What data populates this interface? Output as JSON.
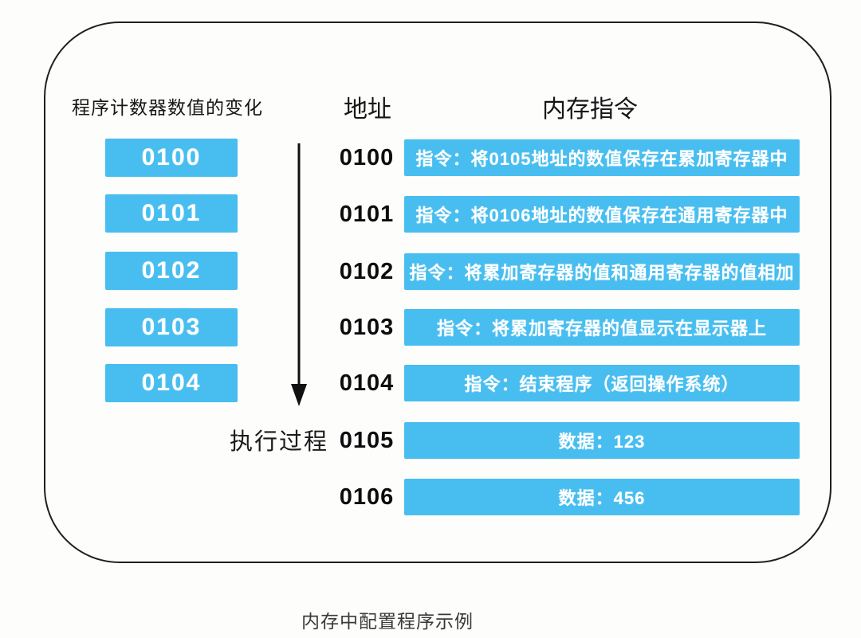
{
  "diagram": {
    "pc_column": {
      "header": "程序计数器数值的变化",
      "values": [
        "0100",
        "0101",
        "0102",
        "0103",
        "0104"
      ]
    },
    "execution_arrow_label": "执行过程",
    "memory_table": {
      "address_header": "地址",
      "content_header": "内存指令",
      "rows": [
        {
          "address": "0100",
          "content": "指令：将0105地址的数值保存在累加寄存器中"
        },
        {
          "address": "0101",
          "content": "指令：将0106地址的数值保存在通用寄存器中"
        },
        {
          "address": "0102",
          "content": "指令：将累加寄存器的值和通用寄存器的值相加"
        },
        {
          "address": "0103",
          "content": "指令：将累加寄存器的值显示在显示器上"
        },
        {
          "address": "0104",
          "content": "指令：结束程序（返回操作系统）"
        },
        {
          "address": "0105",
          "content": "数据：123"
        },
        {
          "address": "0106",
          "content": "数据：456"
        }
      ]
    },
    "caption": "内存中配置程序示例",
    "colors": {
      "box_blue": "#48BEF0",
      "box_text": "#ffffff",
      "frame_border": "#1f1f1f"
    }
  }
}
